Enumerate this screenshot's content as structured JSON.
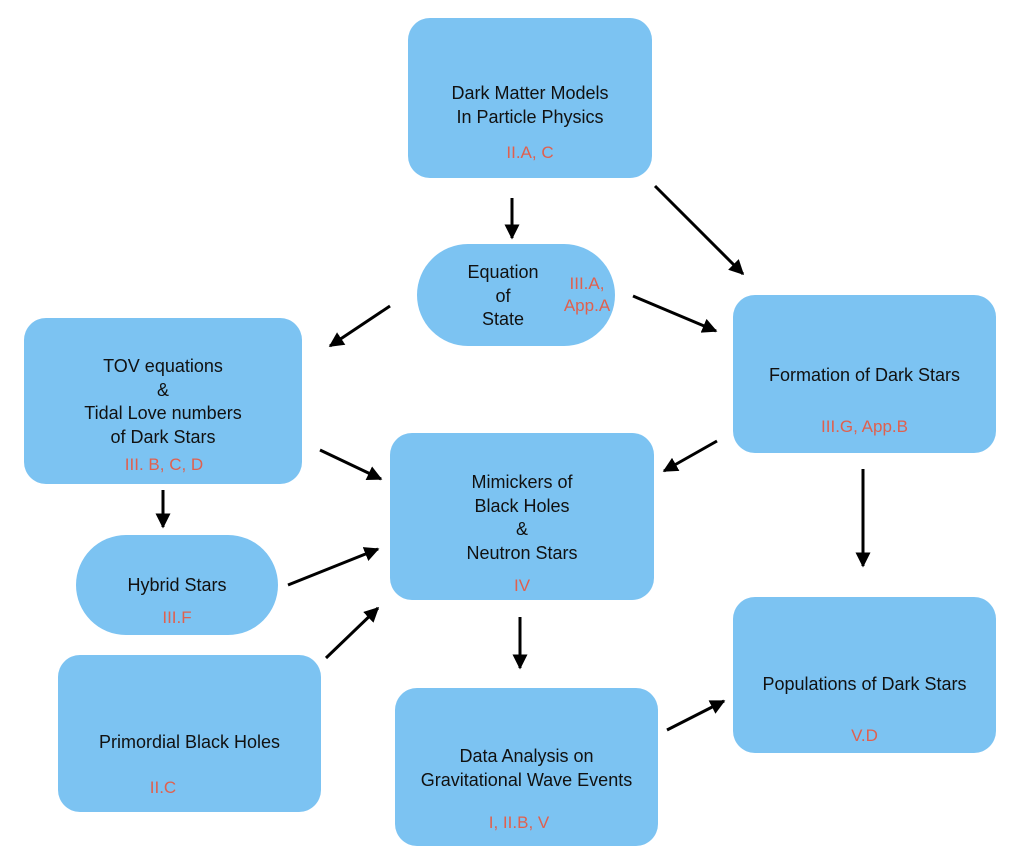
{
  "colors": {
    "box_fill": "#7cc3f2",
    "reference_text": "#e0604e",
    "arrow": "#000000"
  },
  "nodes": {
    "dm_models": {
      "label": "Dark Matter Models\nIn Particle Physics",
      "ref": "II.A, C"
    },
    "eos": {
      "label": "Equation\nof\nState",
      "ref": "III.A,\nApp.A"
    },
    "tov": {
      "label": "TOV equations\n&\nTidal Love numbers\nof Dark Stars",
      "ref": "III. B, C, D"
    },
    "formation": {
      "label": "Formation of Dark Stars",
      "ref": "III.G, App.B"
    },
    "mimickers": {
      "label": "Mimickers of\nBlack Holes\n&\nNeutron Stars",
      "ref": "IV"
    },
    "hybrid": {
      "label": "Hybrid Stars",
      "ref": "III.F"
    },
    "pbh": {
      "label": "Primordial Black Holes",
      "ref": "II.C"
    },
    "gw_analysis": {
      "label": "Data Analysis on\nGravitational Wave Events",
      "ref": "I, II.B, V"
    },
    "populations": {
      "label": "Populations of Dark Stars",
      "ref": "V.D"
    }
  },
  "edges": [
    {
      "from": "dm_models",
      "to": "eos"
    },
    {
      "from": "dm_models",
      "to": "formation"
    },
    {
      "from": "eos",
      "to": "tov"
    },
    {
      "from": "eos",
      "to": "formation"
    },
    {
      "from": "tov",
      "to": "mimickers"
    },
    {
      "from": "tov",
      "to": "hybrid"
    },
    {
      "from": "formation",
      "to": "mimickers"
    },
    {
      "from": "formation",
      "to": "populations"
    },
    {
      "from": "hybrid",
      "to": "mimickers"
    },
    {
      "from": "pbh",
      "to": "mimickers"
    },
    {
      "from": "mimickers",
      "to": "gw_analysis"
    },
    {
      "from": "gw_analysis",
      "to": "populations"
    }
  ]
}
